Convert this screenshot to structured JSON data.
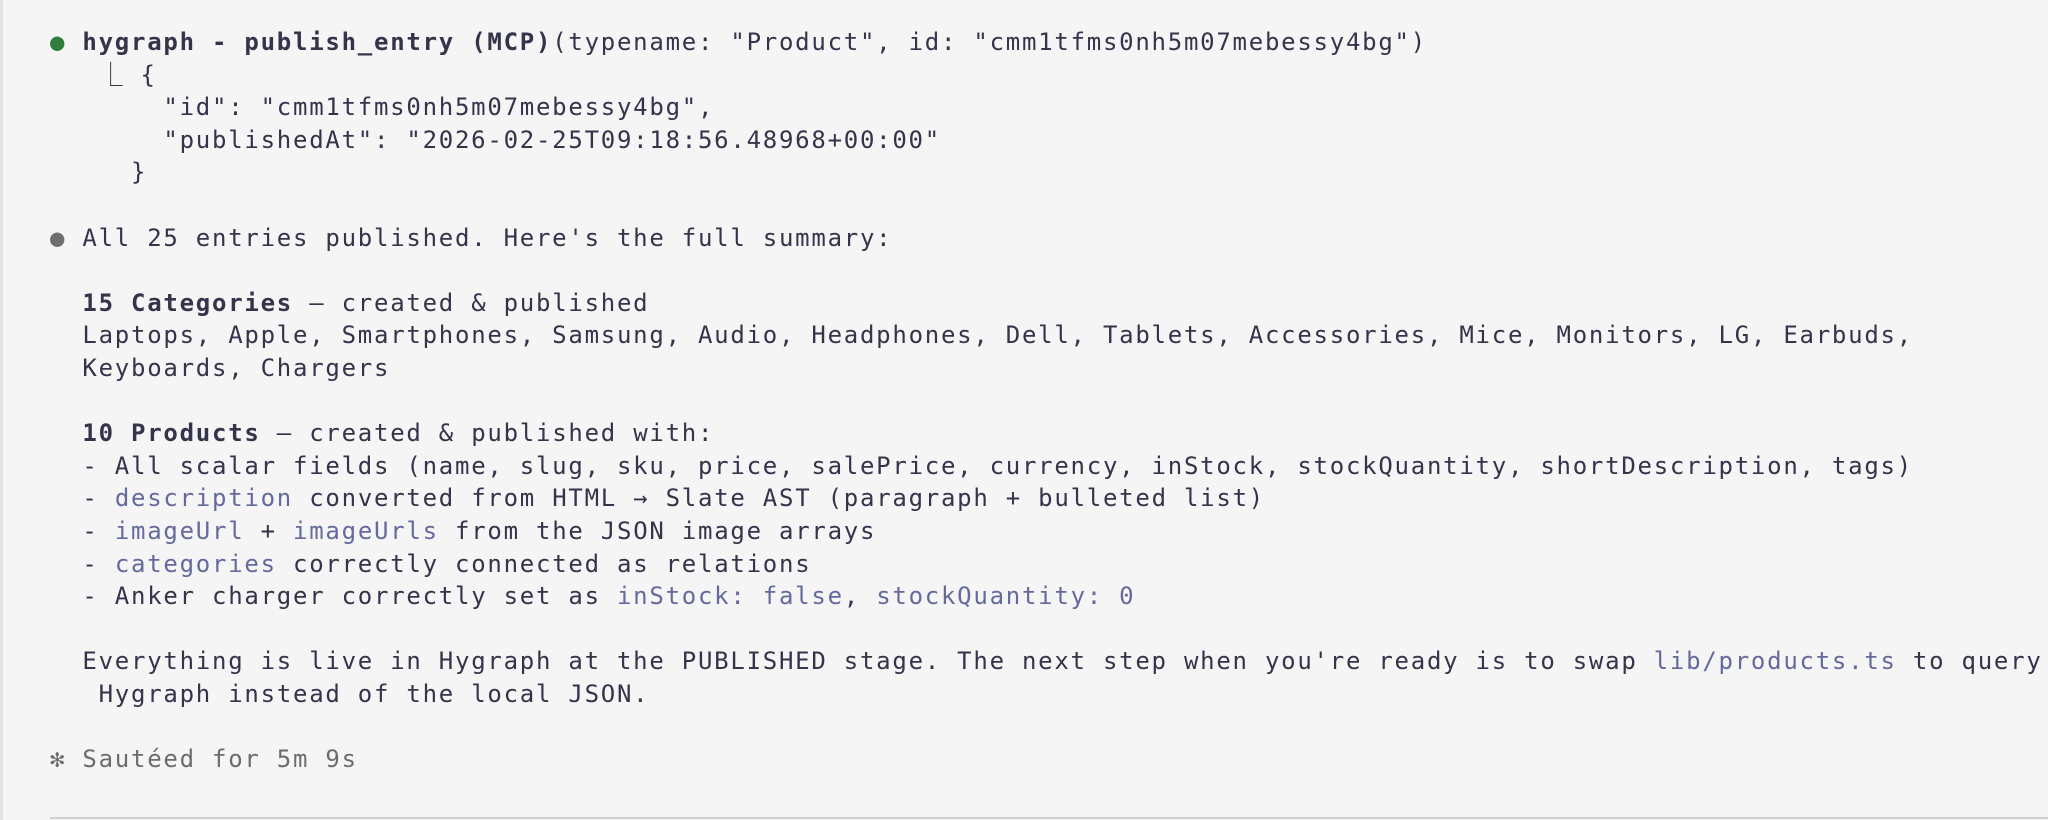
{
  "tool_call": {
    "status_color": "#2f7d3a",
    "bullet": "●",
    "name": "hygraph - publish_entry (MCP)",
    "args": "(typename: \"Product\", id: \"cmm1tfms0nh5m07mebessy4bg\")",
    "result_prefix": "   ⎿ {",
    "result_lines": [
      "       \"id\": \"cmm1tfms0nh5m07mebessy4bg\",",
      "       \"publishedAt\": \"2026-02-25T09:18:56.48968+00:00\""
    ],
    "result_close": "     }"
  },
  "message": {
    "bullet": "●",
    "intro": "All 25 entries published. Here's the full summary:",
    "categories": {
      "heading_bold": "15 Categories",
      "heading_rest": " — created & published",
      "lines": [
        "Laptops, Apple, Smartphones, Samsung, Audio, Headphones, Dell, Tablets, Accessories, Mice, Monitors, LG, Earbuds,",
        "Keyboards, Chargers"
      ]
    },
    "products": {
      "heading_bold": "10 Products",
      "heading_rest": " — created & published with:",
      "bullet1": "- All scalar fields (name, slug, sku, price, salePrice, currency, inStock, stockQuantity, shortDescription, tags)",
      "bullet2": {
        "pre": "- ",
        "code": "description",
        "rest": " converted from HTML → Slate AST (paragraph + bulleted list)"
      },
      "bullet3": {
        "pre": "- ",
        "code1": "imageUrl",
        "mid": " + ",
        "code2": "imageUrls",
        "rest": " from the JSON image arrays"
      },
      "bullet4": {
        "pre": "- ",
        "code": "categories",
        "rest": " correctly connected as relations"
      },
      "bullet5": {
        "pre": "- Anker charger correctly set as ",
        "code1": "inStock: false",
        "mid": ", ",
        "code2": "stockQuantity: 0"
      }
    },
    "closing": {
      "pre": "Everything is live in Hygraph at the PUBLISHED stage. The next step when you're ready is to swap ",
      "code": "lib/products.ts",
      "rest": " to query",
      "wrap": " Hygraph instead of the local JSON."
    }
  },
  "status": {
    "icon": "✻",
    "text": "Sautéed for 5m 9s"
  },
  "colors": {
    "background": "#f5f5f5",
    "text": "#34344a",
    "code_accent": "#656a9c",
    "success": "#2f7d3a"
  }
}
